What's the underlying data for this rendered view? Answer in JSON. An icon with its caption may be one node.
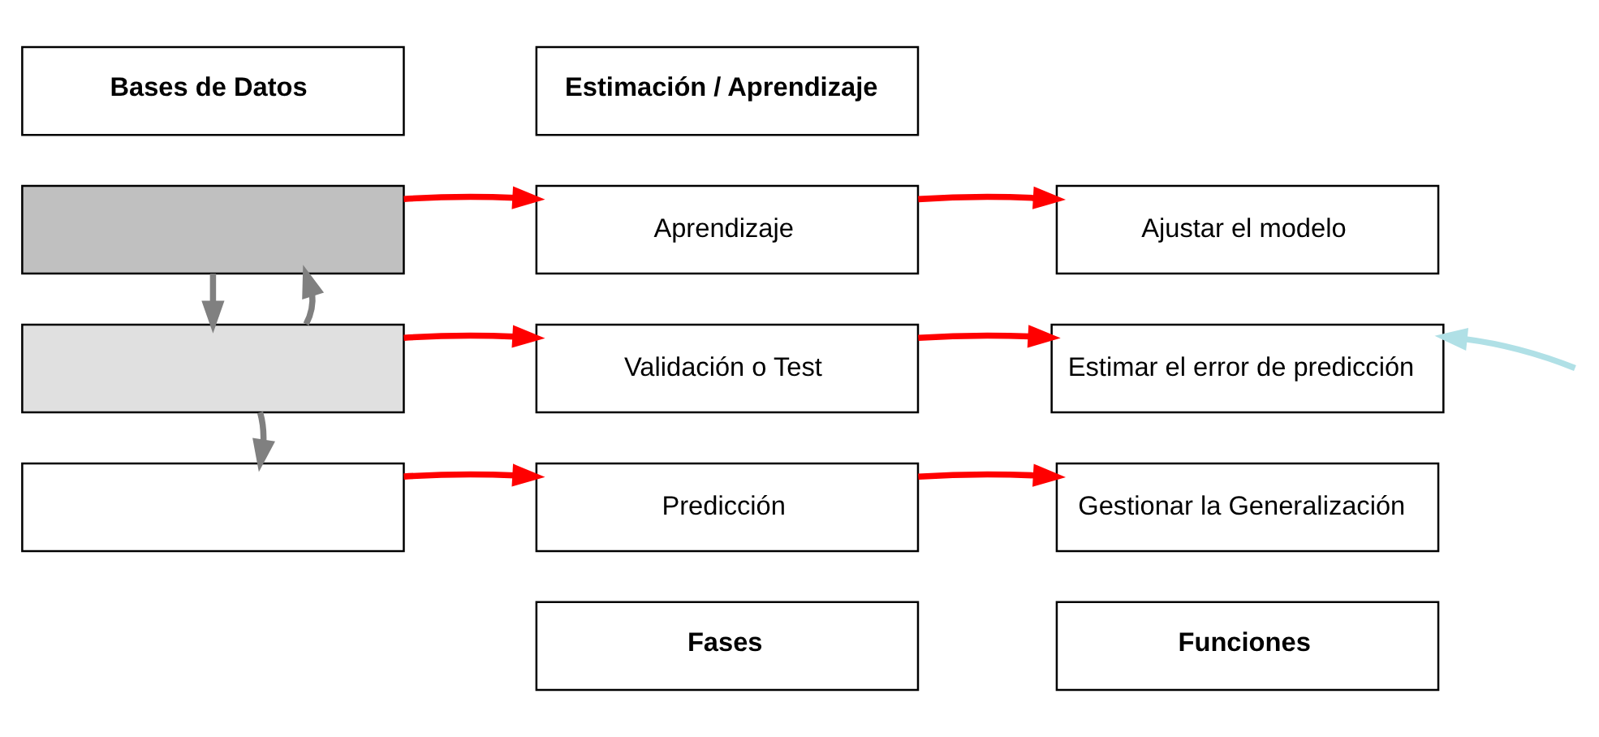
{
  "diagram": {
    "nodes": [
      {
        "text": [
          "Bases de Datos"
        ]
      },
      {
        "text": [
          "Estimación / Aprendizaje"
        ]
      },
      {
        "text": [],
        "shape": "box"
      },
      {
        "text": [
          "Aprendizaje"
        ]
      },
      {
        "text": [
          "Ajustar el modelo"
        ]
      },
      {
        "text": [],
        "shape": "box"
      },
      {
        "text": [
          "Validación o Test"
        ]
      },
      {
        "text": [
          "Estimar el error de predicción"
        ]
      },
      {
        "text": [],
        "shape": "box"
      },
      {
        "text": [
          "Predicción"
        ]
      },
      {
        "text": [
          "Gestionar la Generalización"
        ]
      },
      {
        "text": [
          "Fases"
        ]
      },
      {
        "text": [
          "Funciones"
        ]
      }
    ],
    "edges": [
      {
        "from": 2,
        "to": 3,
        "arrow": "to"
      },
      {
        "from": 3,
        "to": 4,
        "arrow": "to"
      },
      {
        "from": 5,
        "to": 6,
        "arrow": "to"
      },
      {
        "from": 6,
        "to": 7,
        "arrow": "to"
      },
      {
        "from": 8,
        "to": 9,
        "arrow": "to"
      },
      {
        "from": 9,
        "to": 10,
        "arrow": "to"
      },
      {
        "from": 2,
        "to": 5,
        "arrow": "to",
        "color": "#808080"
      },
      {
        "from": 5,
        "to": 2,
        "arrow": "to",
        "color": "#808080"
      },
      {
        "from": 5,
        "to": 8,
        "arrow": "to",
        "color": "#808080"
      },
      {
        "from": null,
        "to": 7,
        "arrow": "to",
        "color": "#b0e0e6"
      }
    ]
  }
}
